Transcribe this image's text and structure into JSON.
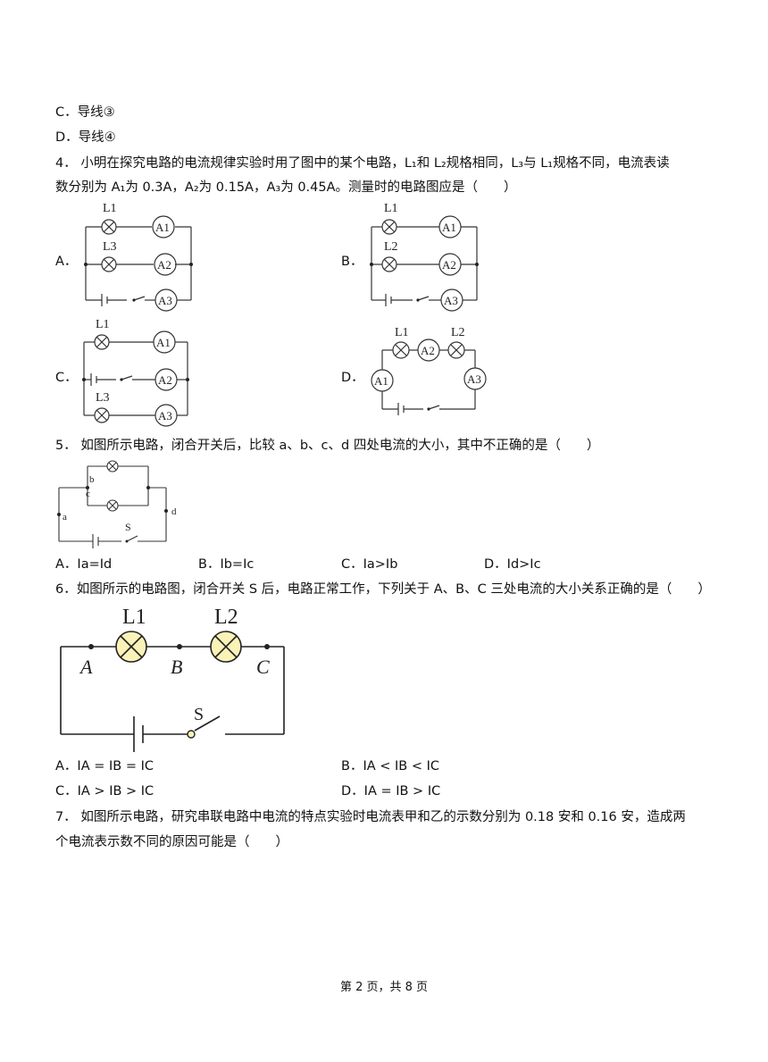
{
  "lines": {
    "c3": "C．导线③",
    "d4": "D．导线④",
    "q4_l1": "4． 小明在探究电路的电流规律实验时用了图中的某个电路，L₁和 L₂规格相同，L₃与 L₁规格不同，电流表读",
    "q4_l2": "数分别为 A₁为 0.3A，A₂为 0.15A，A₃为 0.45A。测量时的电路图应是（　　）",
    "q5": "5． 如图所示电路，闭合开关后，比较 a、b、c、d 四处电流的大小，其中不正确的是（　　）",
    "q6": "6．如图所示的电路图，闭合开关 S 后，电路正常工作，下列关于 A、B、C 三处电流的大小关系正确的是（　　）",
    "q7_l1": "7． 如图所示电路，研究串联电路中电流的特点实验时电流表甲和乙的示数分别为 0.18 安和 0.16 安，造成两",
    "q7_l2": "个电流表示数不同的原因可能是（　　）"
  },
  "q4_options": {
    "a": "A．",
    "b": "B．",
    "c": "C．",
    "d": "D．"
  },
  "q5_options": {
    "a": "A．Ia=Id",
    "b": "B．Ib=Ic",
    "c": "C．Ia>Ib",
    "d": "D．Id>Ic"
  },
  "q6_options": {
    "a": "A．IA = IB = IC",
    "b": "B．IA < IB < IC",
    "c": "C．IA > IB > IC",
    "d": "D．IA = IB > IC"
  },
  "labels": {
    "L1": "L1",
    "L2": "L2",
    "L3": "L3",
    "A1": "A1",
    "A2": "A2",
    "A3": "A3",
    "S": "S",
    "a": "a",
    "b": "b",
    "c": "c",
    "d": "d",
    "A": "A",
    "B": "B",
    "C": "C"
  },
  "footer": "第 2 页，共 8 页"
}
